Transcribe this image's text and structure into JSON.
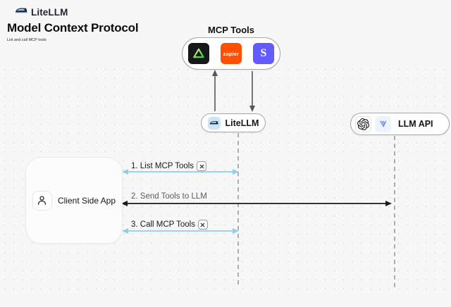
{
  "header": {
    "brand": "LiteLLM",
    "title": "Model Context Protocol",
    "subtitle": "List and call MCP tools"
  },
  "mcp_tools": {
    "label": "MCP Tools",
    "items": [
      {
        "name": "triangle-tool-icon"
      },
      {
        "name": "zapier-icon",
        "label": "zapier"
      },
      {
        "name": "stripe-icon",
        "label": "S"
      }
    ]
  },
  "nodes": {
    "litellm": {
      "label": "LiteLLM",
      "icon": "litellm-train-icon"
    },
    "llm_api": {
      "label": "LLM API",
      "icons": [
        "openai-icon",
        "llm-provider-icon"
      ]
    },
    "client": {
      "label": "Client Side App",
      "icon": "person-icon"
    }
  },
  "messages": [
    {
      "label": "1. List MCP Tools",
      "tool_icon": true,
      "from": "client",
      "to": "litellm",
      "direction": "both"
    },
    {
      "label": "2. Send Tools to LLM",
      "tool_icon": false,
      "from": "client",
      "to": "llm_api",
      "direction": "both"
    },
    {
      "label": "3. Call MCP Tools",
      "tool_icon": true,
      "from": "client",
      "to": "litellm",
      "direction": "both"
    }
  ],
  "colors": {
    "canvas_bg": "#f7f7f8",
    "dot_grid": "#e1e1e6",
    "blue_arrow": "#8fcfec",
    "dark_arrow": "#1b1b1b",
    "vertical_arrow": "#55565a",
    "lifeline": "#9a9aa0",
    "zapier_orange": "#ff4f00",
    "stripe_purple": "#635bff",
    "tool_tile_black": "#17181a",
    "triangle_green": "#2ec94e",
    "litellm_chip_blue": "#c9e7f7"
  }
}
